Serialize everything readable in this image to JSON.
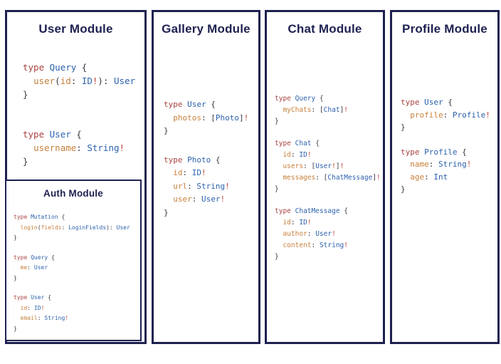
{
  "colors": {
    "navy": "#1e2150",
    "keyword": "#a84441",
    "type": "#2c62ae",
    "field": "#c8803b",
    "punct": "#3a3b45",
    "bang": "#c2453a"
  },
  "panels": [
    {
      "key": "user",
      "title": "User Module",
      "blocks": [
        [
          [
            [
              "k",
              "type"
            ],
            [
              "p",
              " "
            ],
            [
              "t",
              "Query"
            ],
            [
              "p",
              " {"
            ]
          ],
          [
            [
              "p",
              "  "
            ],
            [
              "f",
              "user"
            ],
            [
              "p",
              "("
            ],
            [
              "f",
              "id"
            ],
            [
              "p",
              ": "
            ],
            [
              "t",
              "ID"
            ],
            [
              "b",
              "!"
            ],
            [
              "p",
              "): "
            ],
            [
              "t",
              "User"
            ]
          ],
          [
            [
              "p",
              "}"
            ]
          ]
        ],
        [
          [
            [
              "k",
              "type"
            ],
            [
              "p",
              " "
            ],
            [
              "t",
              "User"
            ],
            [
              "p",
              " {"
            ]
          ],
          [
            [
              "p",
              "  "
            ],
            [
              "f",
              "username"
            ],
            [
              "p",
              ": "
            ],
            [
              "t",
              "String"
            ],
            [
              "b",
              "!"
            ]
          ],
          [
            [
              "p",
              "}"
            ]
          ]
        ]
      ]
    },
    {
      "key": "gallery",
      "title": "Gallery Module",
      "blocks": [
        [
          [
            [
              "k",
              "type"
            ],
            [
              "p",
              " "
            ],
            [
              "t",
              "User"
            ],
            [
              "p",
              " {"
            ]
          ],
          [
            [
              "p",
              "  "
            ],
            [
              "f",
              "photos"
            ],
            [
              "p",
              ": ["
            ],
            [
              "t",
              "Photo"
            ],
            [
              "p",
              "]"
            ],
            [
              "b",
              "!"
            ]
          ],
          [
            [
              "p",
              "}"
            ]
          ]
        ],
        [
          [
            [
              "k",
              "type"
            ],
            [
              "p",
              " "
            ],
            [
              "t",
              "Photo"
            ],
            [
              "p",
              " {"
            ]
          ],
          [
            [
              "p",
              "  "
            ],
            [
              "f",
              "id"
            ],
            [
              "p",
              ": "
            ],
            [
              "t",
              "ID"
            ],
            [
              "b",
              "!"
            ]
          ],
          [
            [
              "p",
              "  "
            ],
            [
              "f",
              "url"
            ],
            [
              "p",
              ": "
            ],
            [
              "t",
              "String"
            ],
            [
              "b",
              "!"
            ]
          ],
          [
            [
              "p",
              "  "
            ],
            [
              "f",
              "user"
            ],
            [
              "p",
              ": "
            ],
            [
              "t",
              "User"
            ],
            [
              "b",
              "!"
            ]
          ],
          [
            [
              "p",
              "}"
            ]
          ]
        ]
      ]
    },
    {
      "key": "chat",
      "title": "Chat Module",
      "blocks": [
        [
          [
            [
              "k",
              "type"
            ],
            [
              "p",
              " "
            ],
            [
              "t",
              "Query"
            ],
            [
              "p",
              " {"
            ]
          ],
          [
            [
              "p",
              "  "
            ],
            [
              "f",
              "myChats"
            ],
            [
              "p",
              ": ["
            ],
            [
              "t",
              "Chat"
            ],
            [
              "p",
              "]"
            ],
            [
              "b",
              "!"
            ]
          ],
          [
            [
              "p",
              "}"
            ]
          ]
        ],
        [
          [
            [
              "k",
              "type"
            ],
            [
              "p",
              " "
            ],
            [
              "t",
              "Chat"
            ],
            [
              "p",
              " {"
            ]
          ],
          [
            [
              "p",
              "  "
            ],
            [
              "f",
              "id"
            ],
            [
              "p",
              ": "
            ],
            [
              "t",
              "ID"
            ],
            [
              "b",
              "!"
            ]
          ],
          [
            [
              "p",
              "  "
            ],
            [
              "f",
              "users"
            ],
            [
              "p",
              ": ["
            ],
            [
              "t",
              "User"
            ],
            [
              "b",
              "!"
            ],
            [
              "p",
              "]"
            ],
            [
              "b",
              "!"
            ]
          ],
          [
            [
              "p",
              "  "
            ],
            [
              "f",
              "messages"
            ],
            [
              "p",
              ": ["
            ],
            [
              "t",
              "ChatMessage"
            ],
            [
              "p",
              "]"
            ],
            [
              "b",
              "!"
            ]
          ],
          [
            [
              "p",
              "}"
            ]
          ]
        ],
        [
          [
            [
              "k",
              "type"
            ],
            [
              "p",
              " "
            ],
            [
              "t",
              "ChatMessage"
            ],
            [
              "p",
              " {"
            ]
          ],
          [
            [
              "p",
              "  "
            ],
            [
              "f",
              "id"
            ],
            [
              "p",
              ": "
            ],
            [
              "t",
              "ID"
            ],
            [
              "b",
              "!"
            ]
          ],
          [
            [
              "p",
              "  "
            ],
            [
              "f",
              "author"
            ],
            [
              "p",
              ": "
            ],
            [
              "t",
              "User"
            ],
            [
              "b",
              "!"
            ]
          ],
          [
            [
              "p",
              "  "
            ],
            [
              "f",
              "content"
            ],
            [
              "p",
              ": "
            ],
            [
              "t",
              "String"
            ],
            [
              "b",
              "!"
            ]
          ],
          [
            [
              "p",
              "}"
            ]
          ]
        ]
      ]
    },
    {
      "key": "profile",
      "title": "Profile Module",
      "blocks": [
        [
          [
            [
              "k",
              "type"
            ],
            [
              "p",
              " "
            ],
            [
              "t",
              "User"
            ],
            [
              "p",
              " {"
            ]
          ],
          [
            [
              "p",
              "  "
            ],
            [
              "f",
              "profile"
            ],
            [
              "p",
              ": "
            ],
            [
              "t",
              "Profile"
            ],
            [
              "b",
              "!"
            ]
          ],
          [
            [
              "p",
              "}"
            ]
          ]
        ],
        [
          [
            [
              "k",
              "type"
            ],
            [
              "p",
              " "
            ],
            [
              "t",
              "Profile"
            ],
            [
              "p",
              " {"
            ]
          ],
          [
            [
              "p",
              "  "
            ],
            [
              "f",
              "name"
            ],
            [
              "p",
              ": "
            ],
            [
              "t",
              "String"
            ],
            [
              "b",
              "!"
            ]
          ],
          [
            [
              "p",
              "  "
            ],
            [
              "f",
              "age"
            ],
            [
              "p",
              ": "
            ],
            [
              "t",
              "Int"
            ]
          ],
          [
            [
              "p",
              "}"
            ]
          ]
        ]
      ]
    }
  ],
  "auth": {
    "title": "Auth Module",
    "blocks": [
      [
        [
          [
            "k",
            "type"
          ],
          [
            "p",
            " "
          ],
          [
            "t",
            "Mutation"
          ],
          [
            "p",
            " {"
          ]
        ],
        [
          [
            "p",
            "  "
          ],
          [
            "f",
            "login"
          ],
          [
            "p",
            "("
          ],
          [
            "f",
            "fields"
          ],
          [
            "p",
            ": "
          ],
          [
            "t",
            "LoginFields"
          ],
          [
            "p",
            "): "
          ],
          [
            "t",
            "User"
          ]
        ],
        [
          [
            "p",
            "}"
          ]
        ]
      ],
      [
        [
          [
            "k",
            "type"
          ],
          [
            "p",
            " "
          ],
          [
            "t",
            "Query"
          ],
          [
            "p",
            " {"
          ]
        ],
        [
          [
            "p",
            "  "
          ],
          [
            "f",
            "me"
          ],
          [
            "p",
            ": "
          ],
          [
            "t",
            "User"
          ]
        ],
        [
          [
            "p",
            "}"
          ]
        ]
      ],
      [
        [
          [
            "k",
            "type"
          ],
          [
            "p",
            " "
          ],
          [
            "t",
            "User"
          ],
          [
            "p",
            " {"
          ]
        ],
        [
          [
            "p",
            "  "
          ],
          [
            "f",
            "id"
          ],
          [
            "p",
            ": "
          ],
          [
            "t",
            "ID"
          ],
          [
            "b",
            "!"
          ]
        ],
        [
          [
            "p",
            "  "
          ],
          [
            "f",
            "email"
          ],
          [
            "p",
            ": "
          ],
          [
            "t",
            "String"
          ],
          [
            "b",
            "!"
          ]
        ],
        [
          [
            "p",
            "}"
          ]
        ]
      ]
    ]
  }
}
